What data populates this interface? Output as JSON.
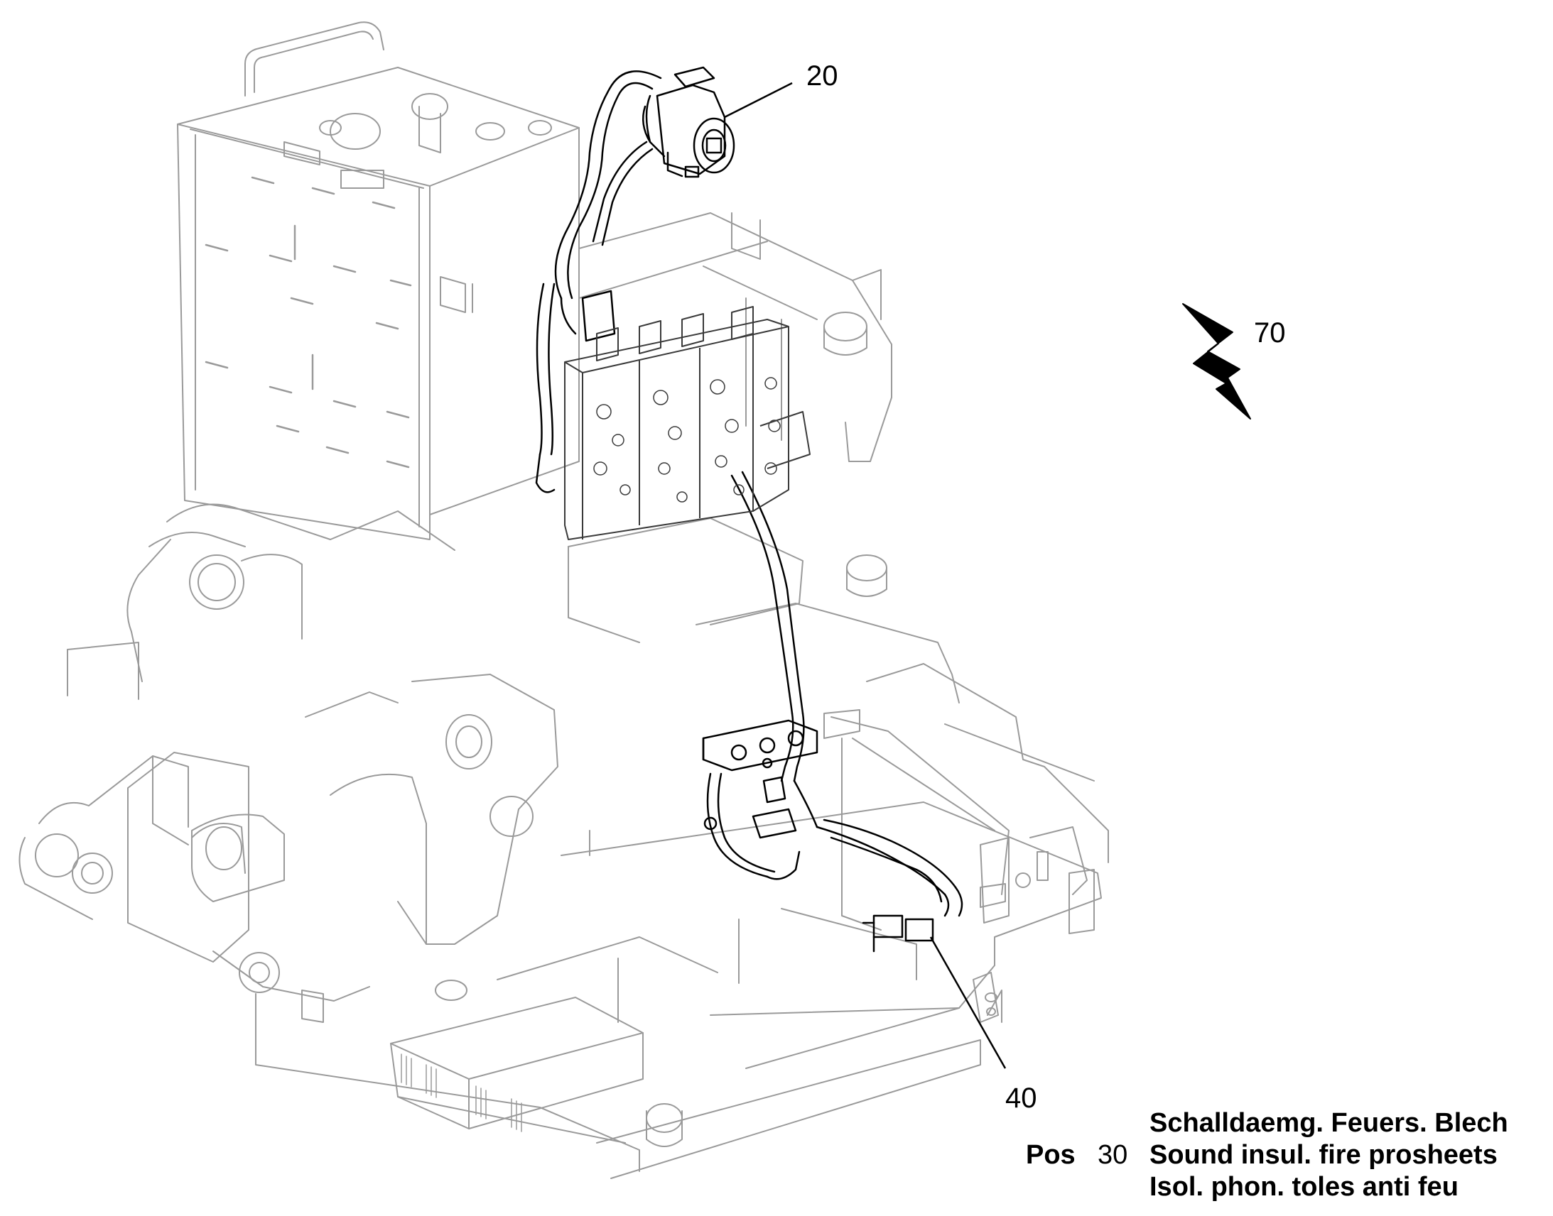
{
  "callouts": {
    "part_20": "20",
    "part_40": "40",
    "part_70": "70"
  },
  "caption": {
    "pos_label": "Pos",
    "pos_number": "30",
    "line_de": "Schalldaemg. Feuers. Blech",
    "line_en": "Sound insul. fire prosheets",
    "line_fr": "Isol. phon. toles anti feu"
  },
  "colors": {
    "ink_dark": "#000000",
    "ink_light": "#9a9a9a"
  }
}
